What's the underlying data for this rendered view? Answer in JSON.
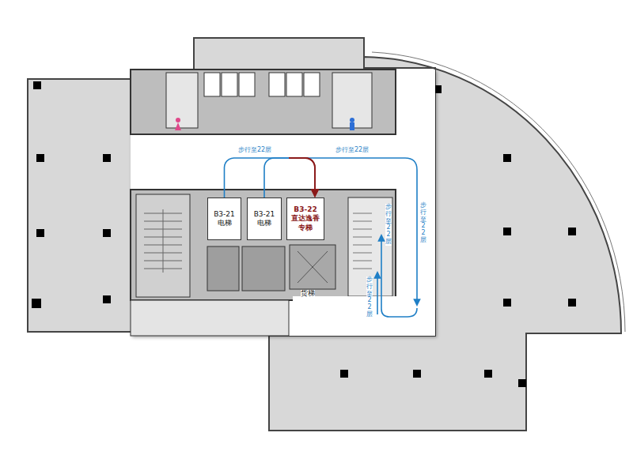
{
  "diagram": {
    "nodes": [
      {
        "text": [
          "B3-21",
          "电梯"
        ]
      },
      {
        "text": [
          "B3-21",
          "电梯"
        ]
      },
      {
        "text": [
          "B3-22",
          "直达逸香 专梯"
        ]
      }
    ],
    "edges": [
      {
        "from": 0,
        "to": 2,
        "arrow": "to"
      },
      {
        "from": 1,
        "to": 2,
        "arrow": "to"
      }
    ],
    "labels": [
      "步行至22层",
      "步行至22层",
      "步行至22层",
      "步行至22层",
      "步行至22层",
      "货梯"
    ]
  }
}
